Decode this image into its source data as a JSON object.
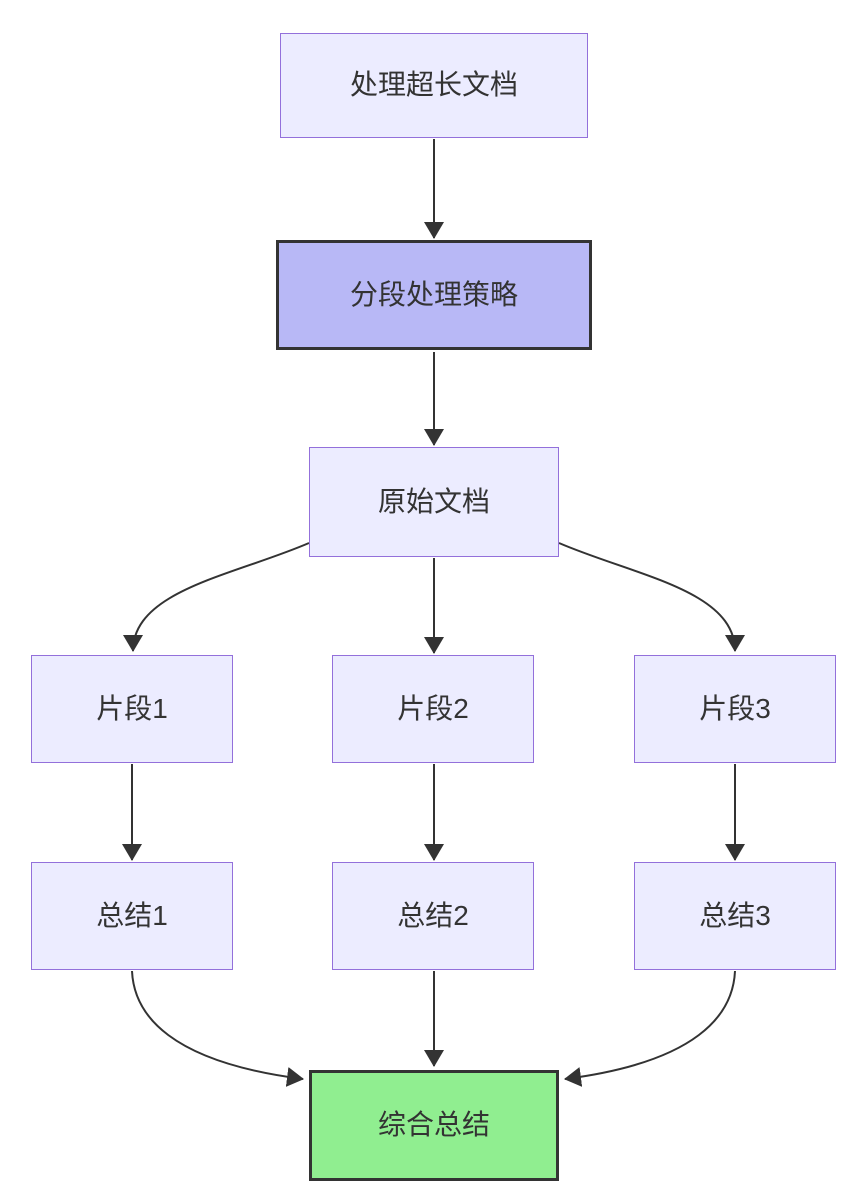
{
  "diagram": {
    "type": "flowchart",
    "direction": "top-down",
    "nodes": {
      "process_long_doc": {
        "label": "处理超长文档",
        "style": "default-lavender"
      },
      "segment_strategy": {
        "label": "分段处理策略",
        "style": "highlight-purple"
      },
      "original_doc": {
        "label": "原始文档",
        "style": "default-lavender"
      },
      "fragment1": {
        "label": "片段1",
        "style": "default-lavender"
      },
      "fragment2": {
        "label": "片段2",
        "style": "default-lavender"
      },
      "fragment3": {
        "label": "片段3",
        "style": "default-lavender"
      },
      "summary1": {
        "label": "总结1",
        "style": "default-lavender"
      },
      "summary2": {
        "label": "总结2",
        "style": "default-lavender"
      },
      "summary3": {
        "label": "总结3",
        "style": "default-lavender"
      },
      "final_summary": {
        "label": "综合总结",
        "style": "highlight-green"
      }
    },
    "edges": [
      {
        "from": "处理超长文档",
        "to": "分段处理策略"
      },
      {
        "from": "分段处理策略",
        "to": "原始文档"
      },
      {
        "from": "原始文档",
        "to": "片段1"
      },
      {
        "from": "原始文档",
        "to": "片段2"
      },
      {
        "from": "原始文档",
        "to": "片段3"
      },
      {
        "from": "片段1",
        "to": "总结1"
      },
      {
        "from": "片段2",
        "to": "总结2"
      },
      {
        "from": "片段3",
        "to": "总结3"
      },
      {
        "from": "总结1",
        "to": "综合总结"
      },
      {
        "from": "总结2",
        "to": "综合总结"
      },
      {
        "from": "总结3",
        "to": "综合总结"
      }
    ],
    "colors": {
      "node_fill": "#ECECFF",
      "node_border": "#9370DB",
      "highlight_purple_fill": "#b8b8f6",
      "highlight_border": "#333333",
      "final_green_fill": "#90EE90",
      "edge_color": "#333333",
      "text_color": "#333333",
      "background": "#ffffff"
    }
  }
}
